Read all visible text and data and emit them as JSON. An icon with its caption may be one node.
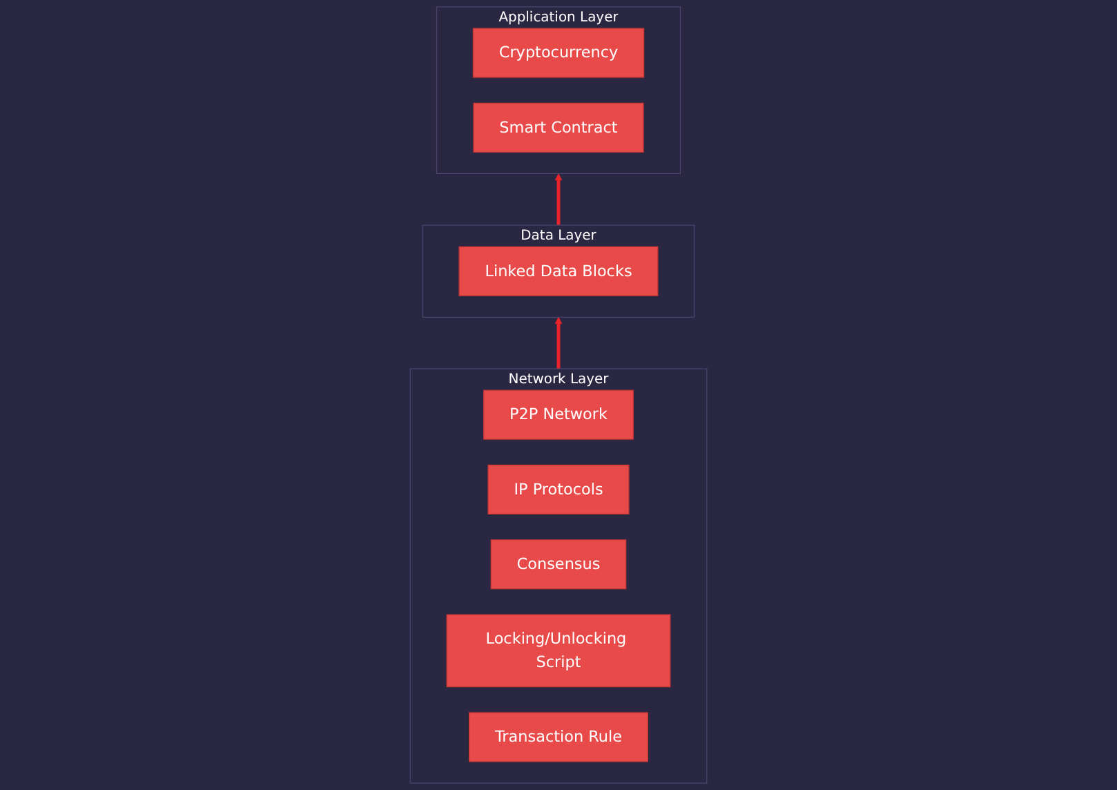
{
  "diagram": {
    "nodes": [
      {
        "text": [
          "Application Layer"
        ]
      },
      {
        "text": [
          "Cryptocurrency"
        ],
        "in": 0
      },
      {
        "text": [
          "Smart Contract"
        ],
        "in": 0
      },
      {
        "text": [
          "Data Layer"
        ]
      },
      {
        "text": [
          "Linked Data Blocks"
        ],
        "in": 3
      },
      {
        "text": [
          "Network Layer"
        ]
      },
      {
        "text": [
          "P2P Network"
        ],
        "in": 5
      },
      {
        "text": [
          "IP Protocols"
        ],
        "in": 5
      },
      {
        "text": [
          "Consensus"
        ],
        "in": 5
      },
      {
        "text": [
          "Locking/Unlocking Script"
        ],
        "in": 5
      },
      {
        "text": [
          "Transaction Rule"
        ],
        "in": 5
      }
    ],
    "edges": [
      {
        "from": 5,
        "to": 3,
        "arrow": "to"
      },
      {
        "from": 3,
        "to": 0,
        "arrow": "to"
      }
    ]
  }
}
